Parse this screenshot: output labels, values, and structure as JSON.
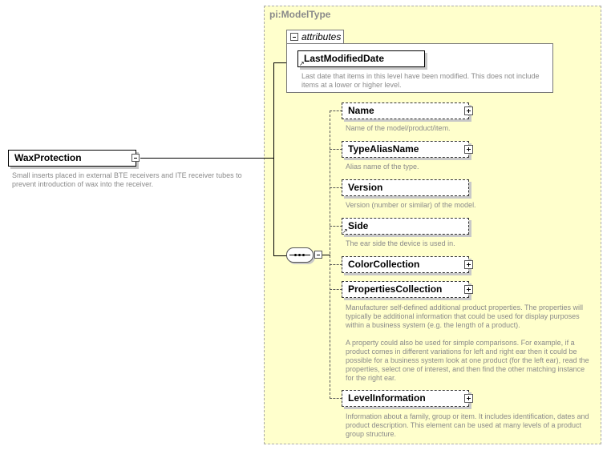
{
  "root": {
    "name": "WaxProtection",
    "description": "Small inserts placed in external BTE receivers and ITE receiver tubes to prevent introduction of wax into the receiver."
  },
  "complex_type": {
    "title": "pi:ModelType"
  },
  "attributes": {
    "label": "attributes",
    "items": [
      {
        "name": "LastModifiedDate",
        "description": "Last date that items in this level have been modified. This does not include items at a lower or higher level."
      }
    ]
  },
  "sequence": {
    "children": [
      {
        "name": "Name",
        "description": "Name of the model/product/item."
      },
      {
        "name": "TypeAliasName",
        "description": "Alias name of the type."
      },
      {
        "name": "Version",
        "description": "Version (number or similar) of the model."
      },
      {
        "name": "Side",
        "description": "The ear side the device is used in."
      },
      {
        "name": "ColorCollection",
        "description": ""
      },
      {
        "name": "PropertiesCollection",
        "description": "Manufacturer self-defined additional product properties.  The properties will typically be additional information that could be used for display purposes within a business system (e.g. the length of a product).",
        "description2": "A property could also be used for simple comparisons.  For example, if a product comes in different variations for left and right ear then it could be possible for a business system look at one product (for the left ear), read the properties, select one of interest, and then find the other matching instance for the right ear."
      },
      {
        "name": "LevelInformation",
        "description": "Information about a family, group or item. It includes identification, dates and product description. This element can be used at many levels of a product group structure."
      }
    ]
  },
  "icons": {
    "expand": "plus-box-icon",
    "collapse": "minus-box-icon",
    "reference": "reference-arrow-icon",
    "sequence": "sequence-compositor-icon"
  },
  "colors": {
    "type_background": "#ffffcc",
    "description_text": "#8a8a8a"
  }
}
